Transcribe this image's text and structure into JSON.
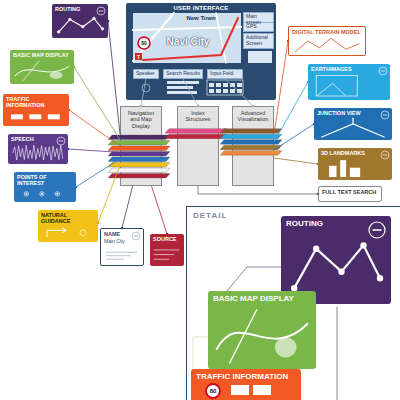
{
  "diagram": {
    "nodes": [
      {
        "text": [
          "USER INTERFACE"
        ]
      },
      {
        "text": [
          "Main screen"
        ],
        "in": 0
      },
      {
        "text": [
          "GPS"
        ],
        "in": 0
      },
      {
        "text": [
          "Additional Screen"
        ],
        "in": 0
      },
      {
        "text": [
          "Speaker"
        ],
        "in": 0
      },
      {
        "text": [
          "Search Results"
        ],
        "in": 0
      },
      {
        "text": [
          "Input Field"
        ],
        "in": 0
      },
      {
        "text": [
          "ROUTING"
        ]
      },
      {
        "text": [
          "BASIC MAP DISPLAY"
        ]
      },
      {
        "text": [
          "TRAFFIC INFORMATION"
        ]
      },
      {
        "text": [
          "SPEECH"
        ]
      },
      {
        "text": [
          "POINTS OF INTEREST"
        ]
      },
      {
        "text": [
          "NATURAL GUIDANCE"
        ]
      },
      {
        "text": [
          "NAME",
          "Main City"
        ]
      },
      {
        "text": [
          "SOURCE"
        ]
      },
      {
        "text": [
          "Navigation and Map Display"
        ]
      },
      {
        "text": [
          "Index Structures"
        ]
      },
      {
        "text": [
          "Advanced Visualization"
        ]
      },
      {
        "text": [
          "DIGITAL TERRAIN MODEL"
        ]
      },
      {
        "text": [
          "EARTHIMAGES"
        ]
      },
      {
        "text": [
          "JUNCTION VIEW"
        ]
      },
      {
        "text": [
          "3D LANDMARKS"
        ]
      },
      {
        "text": [
          "FULL TEXT SEARCH"
        ]
      },
      {
        "text": [
          "DETAIL"
        ]
      },
      {
        "text": [
          "ROUTING"
        ],
        "in": 23
      },
      {
        "text": [
          "BASIC MAP DISPLAY"
        ],
        "in": 23
      },
      {
        "text": [
          "TRAFFIC INFORMATION"
        ],
        "in": 23
      }
    ],
    "edges": [
      {
        "from": 7,
        "to": 15,
        "arrow": "none"
      },
      {
        "from": 8,
        "to": 15,
        "arrow": "none"
      },
      {
        "from": 9,
        "to": 15,
        "arrow": "none"
      },
      {
        "from": 10,
        "to": 15,
        "arrow": "none"
      },
      {
        "from": 11,
        "to": 15,
        "arrow": "none"
      },
      {
        "from": 12,
        "to": 15,
        "arrow": "none"
      },
      {
        "from": 13,
        "to": 15,
        "arrow": "none"
      },
      {
        "from": 14,
        "to": 15,
        "arrow": "none"
      },
      {
        "from": 18,
        "to": 17,
        "arrow": "none"
      },
      {
        "from": 19,
        "to": 17,
        "arrow": "none"
      },
      {
        "from": 20,
        "to": 17,
        "arrow": "none"
      },
      {
        "from": 21,
        "to": 17,
        "arrow": "none"
      },
      {
        "from": 22,
        "to": 16,
        "arrow": "none"
      },
      {
        "from": 15,
        "to": 4,
        "arrow": "none"
      },
      {
        "from": 16,
        "to": 5,
        "arrow": "none"
      },
      {
        "from": 17,
        "to": 6,
        "arrow": "none"
      }
    ],
    "labels": [
      "New Town",
      "Navi City",
      "80",
      "T",
      "80"
    ]
  }
}
